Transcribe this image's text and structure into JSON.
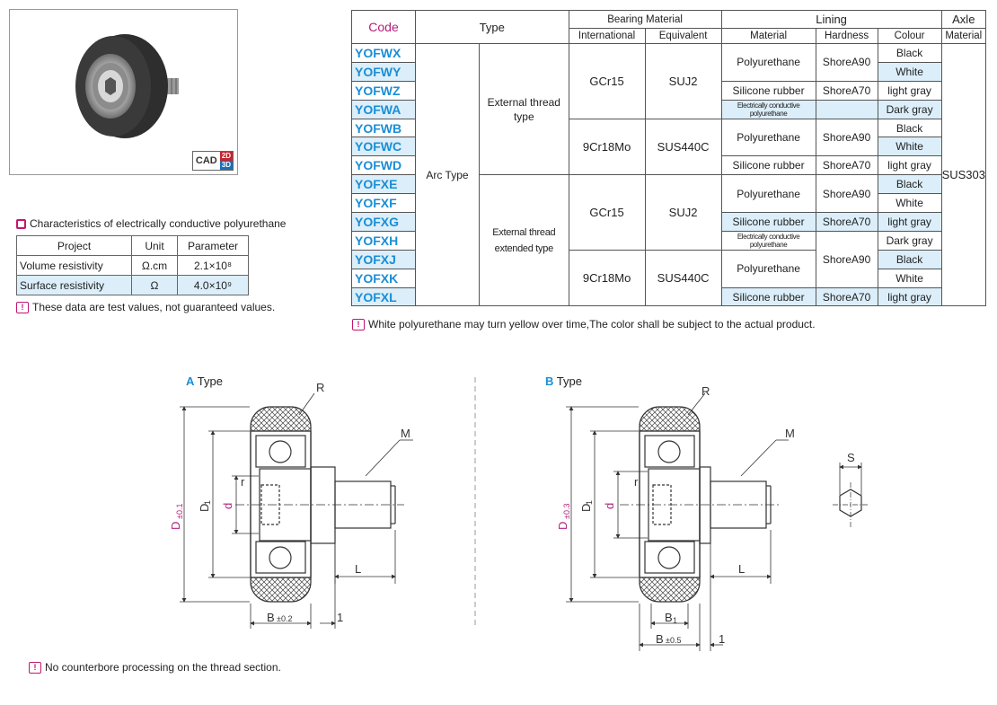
{
  "photo": {
    "cad_label": "CAD",
    "cad_2d": "2D",
    "cad_3d": "3D"
  },
  "characteristics": {
    "title": "Characteristics of electrically conductive polyurethane",
    "headers": [
      "Project",
      "Unit",
      "Parameter"
    ],
    "rows": [
      {
        "project": "Volume resistivity",
        "unit": "Ω.cm",
        "parameter": "2.1×10⁸"
      },
      {
        "project": "Surface resistivity",
        "unit": "Ω",
        "parameter": "4.0×10⁹"
      }
    ],
    "note": "These data are test values, not guaranteed values."
  },
  "main_table": {
    "headers": {
      "code": "Code",
      "type": "Type",
      "bearing_material": "Bearing Material",
      "international": "International",
      "equivalent": "Equivalent",
      "lining": "Lining",
      "material": "Material",
      "hardness": "Hardness",
      "colour": "Colour",
      "axle": "Axle",
      "axle_material": "Material"
    },
    "codes": [
      "YOFWX",
      "YOFWY",
      "YOFWZ",
      "YOFWA",
      "YOFWB",
      "YOFWC",
      "YOFWD",
      "YOFXE",
      "YOFXF",
      "YOFXG",
      "YOFXH",
      "YOFXJ",
      "YOFXK",
      "YOFXL"
    ],
    "arc_type": "Arc Type",
    "external_thread": "External thread type",
    "external_thread_extended": "External thread extended type",
    "bearing": {
      "gcr15": "GCr15",
      "suj2": "SUJ2",
      "9cr18mo": "9Cr18Mo",
      "sus440c": "SUS440C"
    },
    "lining": {
      "polyurethane": "Polyurethane",
      "silicone": "Silicone rubber",
      "conductive": "Electrically conductive polyurethane",
      "shore90": "ShoreA90",
      "shore70": "ShoreA70"
    },
    "colours": {
      "black": "Black",
      "white": "White",
      "gray": "light gray",
      "dark": "Dark gray"
    },
    "axle": "SUS303",
    "note": "White polyurethane may turn yellow over time,The color shall be subject to the actual product."
  },
  "drawings": {
    "a_letter": "A",
    "b_letter": "B",
    "type_word": "Type",
    "labels": {
      "R": "R",
      "M": "M",
      "r": "r",
      "D": "D",
      "D1": "D",
      "d": "d",
      "L": "L",
      "B": "B",
      "S": "S",
      "one": "1",
      "sub1": "1"
    },
    "a_tol_D": "±0.1",
    "a_tol_B": "±0.2",
    "b_tol_D": "±0.3",
    "b_tol_B": "±0.5"
  },
  "bottom_note": "No counterbore processing on the thread section.",
  "colors": {
    "accent_blue": "#1a8ed6",
    "accent_magenta": "#c2166e",
    "stripe": "#dbeef9"
  }
}
